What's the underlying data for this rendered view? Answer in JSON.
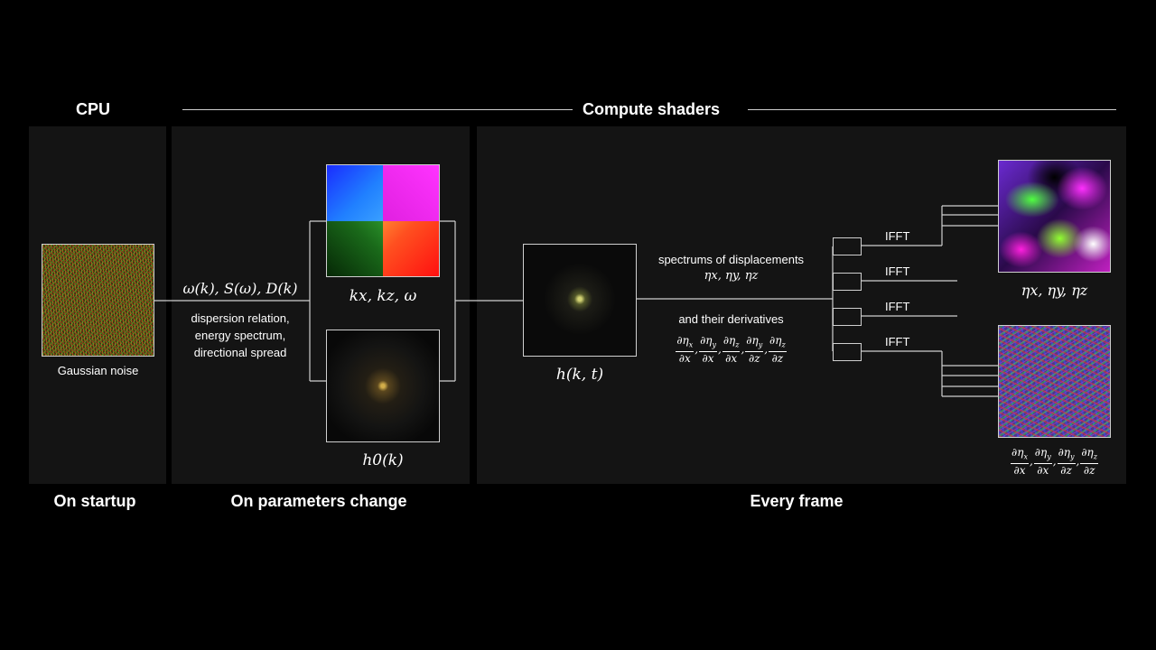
{
  "headers": {
    "cpu": "CPU",
    "compute": "Compute shaders"
  },
  "footers": {
    "startup": "On startup",
    "params": "On parameters change",
    "frame": "Every frame"
  },
  "stages": {
    "noise_label": "Gaussian noise",
    "params_math": "ω(k), S(ω), D(k)",
    "params_caption": [
      "dispersion relation,",
      "energy spectrum,",
      "directional spread"
    ],
    "kxkz_label": "kx, kz, ω",
    "h0_label": "h0(k)",
    "hkt_label": "h(k, t)",
    "spectrum_caption": "spectrums of displacements",
    "spectrum_math": "ηx, ηy, ηz",
    "deriv_caption": "and their derivatives",
    "ifft": [
      "IFFT",
      "IFFT",
      "IFFT",
      "IFFT"
    ],
    "out_top_label": "ηx, ηy, ηz"
  },
  "derivatives_mid": [
    {
      "num": "∂η",
      "nsub": "x",
      "den": "∂x"
    },
    {
      "num": "∂η",
      "nsub": "y",
      "den": "∂x"
    },
    {
      "num": "∂η",
      "nsub": "z",
      "den": "∂x"
    },
    {
      "num": "∂η",
      "nsub": "y",
      "den": "∂z"
    },
    {
      "num": "∂η",
      "nsub": "z",
      "den": "∂z"
    }
  ],
  "derivatives_out": [
    {
      "num": "∂η",
      "nsub": "x",
      "den": "∂x"
    },
    {
      "num": "∂η",
      "nsub": "y",
      "den": "∂x"
    },
    {
      "num": "∂η",
      "nsub": "y",
      "den": "∂z"
    },
    {
      "num": "∂η",
      "nsub": "z",
      "den": "∂z"
    }
  ],
  "colors": {
    "panel": "#141414",
    "line": "#cfcfcf",
    "text": "#ffffff"
  }
}
